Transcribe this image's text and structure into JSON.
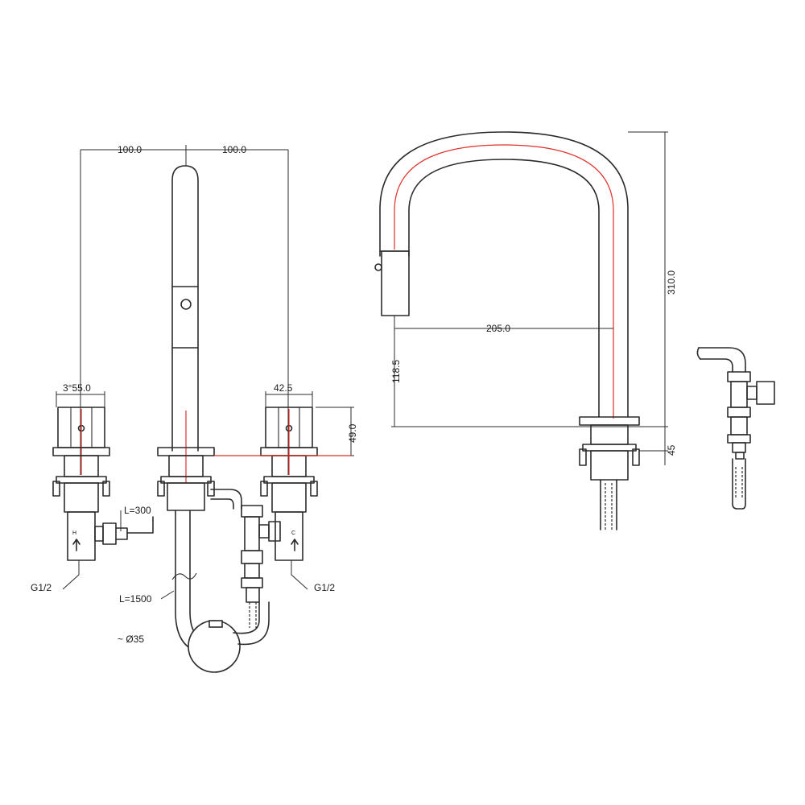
{
  "labels": {
    "width_left": "100.0",
    "width_right": "100.0",
    "handle_left": "3°55.0",
    "handle_right": "42.5",
    "handle_height": "49.0",
    "hose_short": "L=300",
    "hose_long": "L=1500",
    "inlet_left": "G1/2",
    "inlet_right": "G1/2",
    "weight_dia": "~ Ø35",
    "spout_height": "310.0",
    "spout_reach": "205.0",
    "spray_height": "118.5",
    "deck_height": "45",
    "mark_h": "H",
    "mark_c": "C"
  },
  "colors": {
    "line": "#2b2b2b",
    "centerline": "#e0302a"
  }
}
